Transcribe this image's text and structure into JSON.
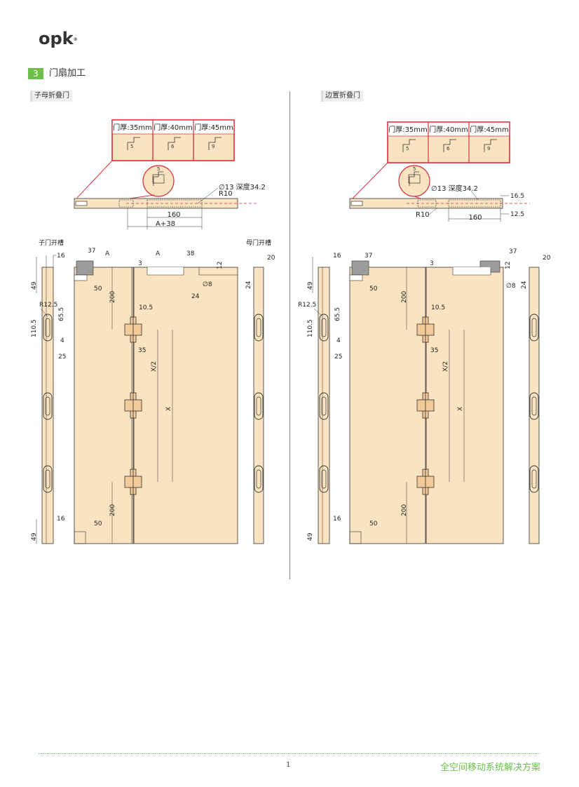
{
  "brand": {
    "logo_text": "opk",
    "reg_mark": "®"
  },
  "section": {
    "number": "3",
    "title": "门扇加工"
  },
  "left": {
    "subtitle": "子母折叠门",
    "thickness": [
      "门厚:35mm",
      "门厚:40mm",
      "门厚:45mm"
    ],
    "detail_nums": [
      "5",
      "6",
      "9"
    ],
    "top_dims": {
      "hole": "∅13 深度34.2",
      "r10": "R10",
      "d160": "160",
      "a38": "A+38",
      "five": "5"
    },
    "left_panel_label": "子门开槽",
    "right_panel_label": "母门开槽",
    "dims": [
      "16",
      "37",
      "A",
      "A",
      "38",
      "3",
      "12",
      "50",
      "∅8",
      "24",
      "200",
      "10.5",
      "35",
      "X/2",
      "X",
      "200",
      "50",
      "16",
      "49",
      "R12.5",
      "65.5",
      "110.5",
      "4",
      "25",
      "49",
      "20",
      "24"
    ]
  },
  "right": {
    "subtitle": "边置折叠门",
    "thickness": [
      "门厚:35mm",
      "门厚:40mm",
      "门厚:45mm"
    ],
    "detail_nums": [
      "5",
      "6",
      "9"
    ],
    "top_dims": {
      "hole": "∅13 深度34.2",
      "r10": "R10",
      "d160": "160",
      "d165": "16.5",
      "d125": "12.5",
      "five": "5"
    },
    "dims": [
      "16",
      "37",
      "3",
      "50",
      "37",
      "12",
      "∅8",
      "200",
      "10.5",
      "35",
      "X/2",
      "X",
      "200",
      "50",
      "16",
      "49",
      "R12.5",
      "65.5",
      "110.5",
      "4",
      "25",
      "49",
      "20",
      "24"
    ]
  },
  "footer": {
    "page": "1",
    "brand": "全空间移动系统解决方案"
  },
  "colors": {
    "wood": "#fae3c0",
    "accent_green": "#6cc04a",
    "detail_red": "#d9303b"
  }
}
